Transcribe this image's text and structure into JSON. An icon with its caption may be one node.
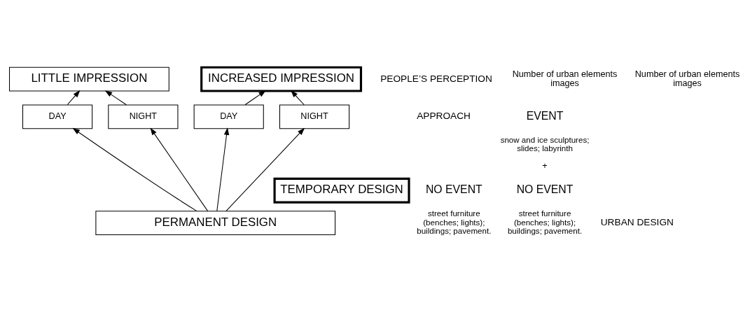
{
  "diagram": {
    "nodes": [
      {
        "text": [
          "INCREASED IMPRESSION"
        ]
      },
      {
        "text": [
          "LITTLE IMPRESSION"
        ]
      },
      {
        "text": [
          "DAY"
        ]
      },
      {
        "text": [
          "NIGHT"
        ]
      },
      {
        "text": [
          "DAY"
        ]
      },
      {
        "text": [
          "NIGHT"
        ]
      },
      {
        "text": [
          "TEMPORARY DESIGN"
        ]
      },
      {
        "text": [
          "PERMANENT DESIGN"
        ]
      }
    ],
    "edges": [
      {
        "from": 7,
        "to": 2,
        "arrow": "to"
      },
      {
        "from": 7,
        "to": 3,
        "arrow": "to"
      },
      {
        "from": 7,
        "to": 4,
        "arrow": "to"
      },
      {
        "from": 7,
        "to": 5,
        "arrow": "to"
      },
      {
        "from": 2,
        "to": 1,
        "arrow": "to"
      },
      {
        "from": 3,
        "to": 1,
        "arrow": "to"
      },
      {
        "from": 4,
        "to": 0,
        "arrow": "to"
      },
      {
        "from": 5,
        "to": 0,
        "arrow": "to"
      }
    ],
    "labels": [
      "PEOPLE’S PERCEPTION",
      "Number of urban elements images",
      "Number of urban elements images",
      "URBAN DESIGN",
      "EVENT",
      "snow and ice sculptures; slides; labyrinth",
      "+",
      "NO EVENT",
      "street furniture (benches; lights); buildings; pavement.",
      "NO EVENT",
      "street furniture (benches; lights); buildings; pavement.",
      "APPROACH"
    ]
  }
}
